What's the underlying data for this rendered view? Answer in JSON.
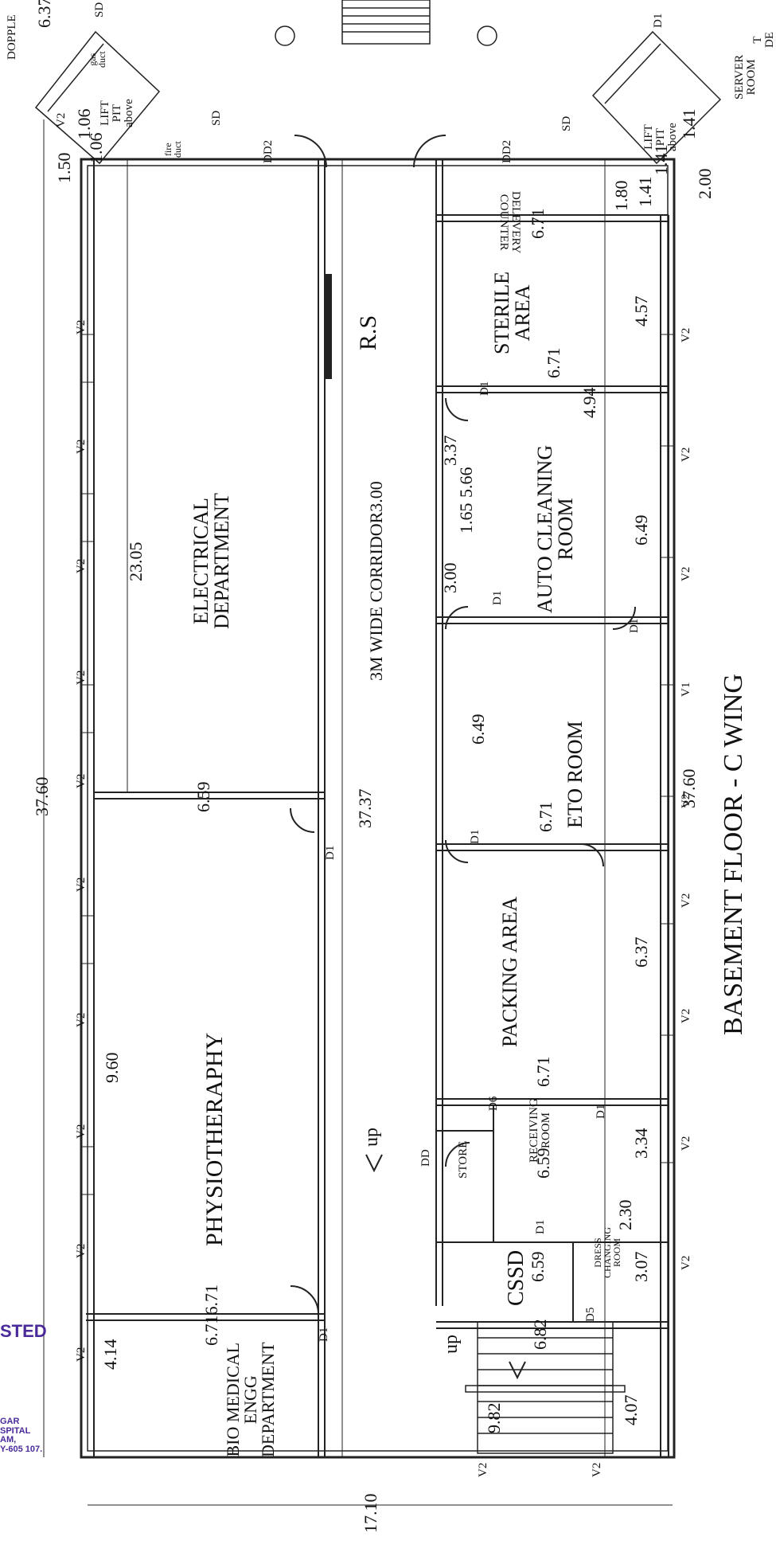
{
  "title": "BASEMENT FLOOR - C WING",
  "rooms": {
    "electrical": "ELECTRICAL\nDEPARTMENT",
    "physiotherapy": "PHYSIOTHERAPHY",
    "biomedical": "BIO MEDICAL\nENGG\nDEPARTMENT",
    "corridor": "3M WIDE CORRIDOR3.00",
    "rs": "R.S",
    "sterile": "STERILE\nAREA",
    "auto_cleaning": "AUTO CLEANING\nROOM",
    "eto": "ETO ROOM",
    "packing": "PACKING AREA",
    "store": "STORE",
    "receiving": "RECEIVING\nROOM",
    "cssd": "CSSD",
    "dress": "DRESS\nCHANGING\nROOM",
    "server": "SERVER\nROOM",
    "delivery": "DELEVERY\nCOUNTER",
    "lift_left": "LIFT\nPIT\nabove",
    "lift_right": "LIFT\nPIT\nabove",
    "gas_duct": "gas\nduct",
    "fire_duct": "fire\nduct",
    "doppler": "DOPPLE"
  },
  "dimensions": {
    "overall_left": "37.60",
    "overall_right": "37.60",
    "corridor_len": "37.37",
    "elec_len": "23.05",
    "physio_len": "9.60",
    "bio_len": "4.14",
    "bottom_width": "17.10",
    "width_659_a": "6.59",
    "width_671_a": "6.716.71",
    "width_682": "6.82",
    "width_982": "9.82",
    "width_407": "4.07",
    "width_307": "3.07",
    "width_230": "2.30",
    "width_659_b": "6.59",
    "width_659_c": "6.59",
    "width_334": "3.34",
    "width_671_b": "6.71",
    "width_637": "6.37",
    "width_671_c": "6.71",
    "width_649_a": "6.49",
    "width_300": "3.00",
    "width_165": "1.65",
    "width_566": "5.66",
    "width_337": "3.37",
    "width_649_b": "6.49",
    "width_494": "4.94",
    "width_671_d": "6.71",
    "width_457": "4.57",
    "width_671_e": "6.71",
    "width_180": "1.80",
    "width_141_a": "1.41",
    "width_141_b": "1.41",
    "width_141_c": "1.41",
    "width_200": "2.00",
    "width_150": "1.50",
    "width_106_a": "1.06",
    "width_106_b": "1.06",
    "width_637_top": "6.37"
  },
  "tags": {
    "v1": "V1",
    "v2": "V2",
    "d1": "D1",
    "dd": "DD",
    "dd2": "DD2",
    "d5": "D5",
    "d6": "D6",
    "sd": "SD",
    "up": "up"
  },
  "stamp": {
    "line1": "STED",
    "line2": "GAR",
    "line3": "SPITAL",
    "line4": "AM,",
    "line5": "Y-605 107."
  },
  "top_right": "T\nDE"
}
